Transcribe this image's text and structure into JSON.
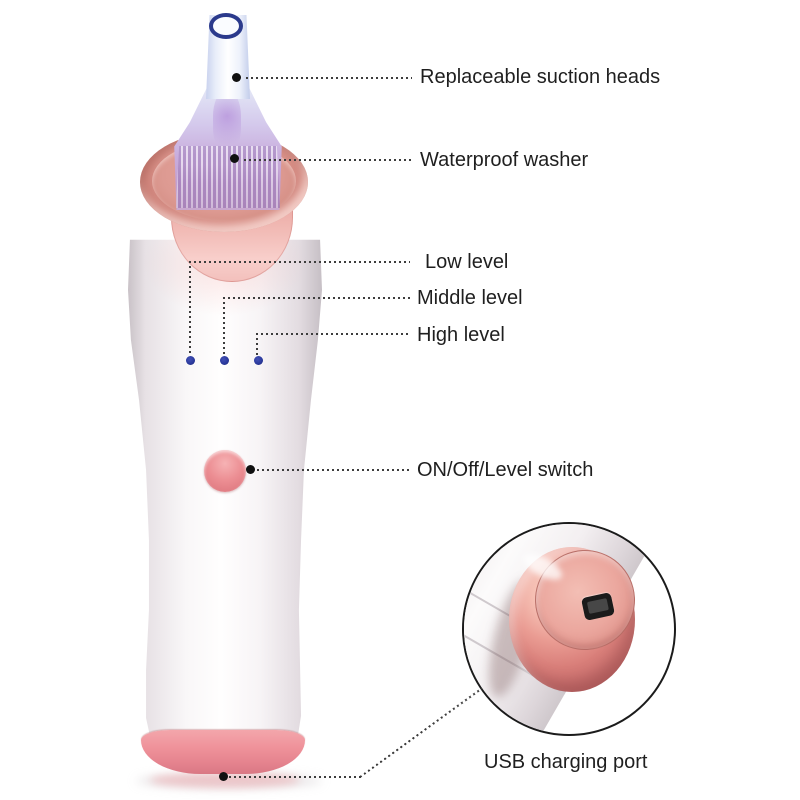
{
  "diagram": {
    "type": "product-annotation",
    "subject": "blackhead remover vacuum device",
    "background": "#ffffff"
  },
  "labels": {
    "suction_heads": "Replaceable suction heads",
    "washer": "Waterproof washer",
    "low": "Low level",
    "middle": "Middle level",
    "high": "High level",
    "switch": "ON/Off/Level switch",
    "usb": "USB charging port"
  },
  "colors": {
    "line": "#3c3c3c",
    "text": "#1f1f1f",
    "rose_gold": "#dc9a90",
    "base_pink": "#ef929a",
    "button_pink": "#ec8e93",
    "led_blue": "#2b3a9e",
    "tube_ring": "#2b3a8c"
  }
}
